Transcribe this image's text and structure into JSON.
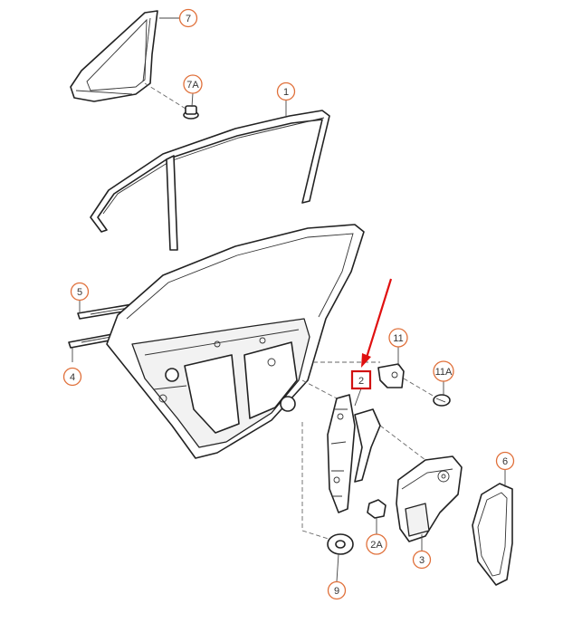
{
  "colors": {
    "callout_ring": "#e0703a",
    "callout_text": "#333333",
    "highlight_box": "#d11111",
    "pointer_arrow": "#e01010",
    "line_art": "#222222",
    "background": "#ffffff"
  },
  "callouts": [
    {
      "id": "c7",
      "label": "7"
    },
    {
      "id": "c7a",
      "label": "7A"
    },
    {
      "id": "c1",
      "label": "1"
    },
    {
      "id": "c5",
      "label": "5"
    },
    {
      "id": "c4",
      "label": "4"
    },
    {
      "id": "c11",
      "label": "11"
    },
    {
      "id": "c11a",
      "label": "11A"
    },
    {
      "id": "c2",
      "label": "2"
    },
    {
      "id": "c6",
      "label": "6"
    },
    {
      "id": "c2a",
      "label": "2A"
    },
    {
      "id": "c3",
      "label": "3"
    },
    {
      "id": "c9",
      "label": "9"
    }
  ],
  "highlight": {
    "target": "2"
  }
}
